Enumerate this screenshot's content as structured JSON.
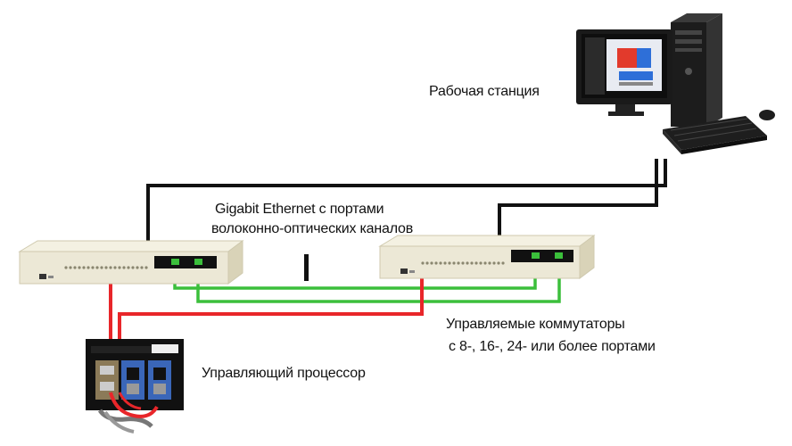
{
  "labels": {
    "workstation": "Рабочая  станция",
    "gigabit_line1": "Gigabit Ethernet с портами",
    "gigabit_line2": "волоконно-оптических каналов",
    "switches_line1": "Управляемые коммутаторы",
    "switches_line2": "с 8-, 16-, 24- или более портами",
    "processor": "Управляющий  процессор"
  },
  "colors": {
    "ethernet_cable": "#111111",
    "fiber_cable": "#3bbf3b",
    "serial_cable": "#e8262a",
    "switch_body": "#ece8d6",
    "monitor_frame": "#1a1a1a",
    "screen_accent": "#2e6fd8",
    "screen_logo": "#e23a2c"
  },
  "icons": [
    "workstation-icon",
    "switch-icon",
    "processor-icon",
    "keyboard-icon",
    "mouse-icon"
  ]
}
